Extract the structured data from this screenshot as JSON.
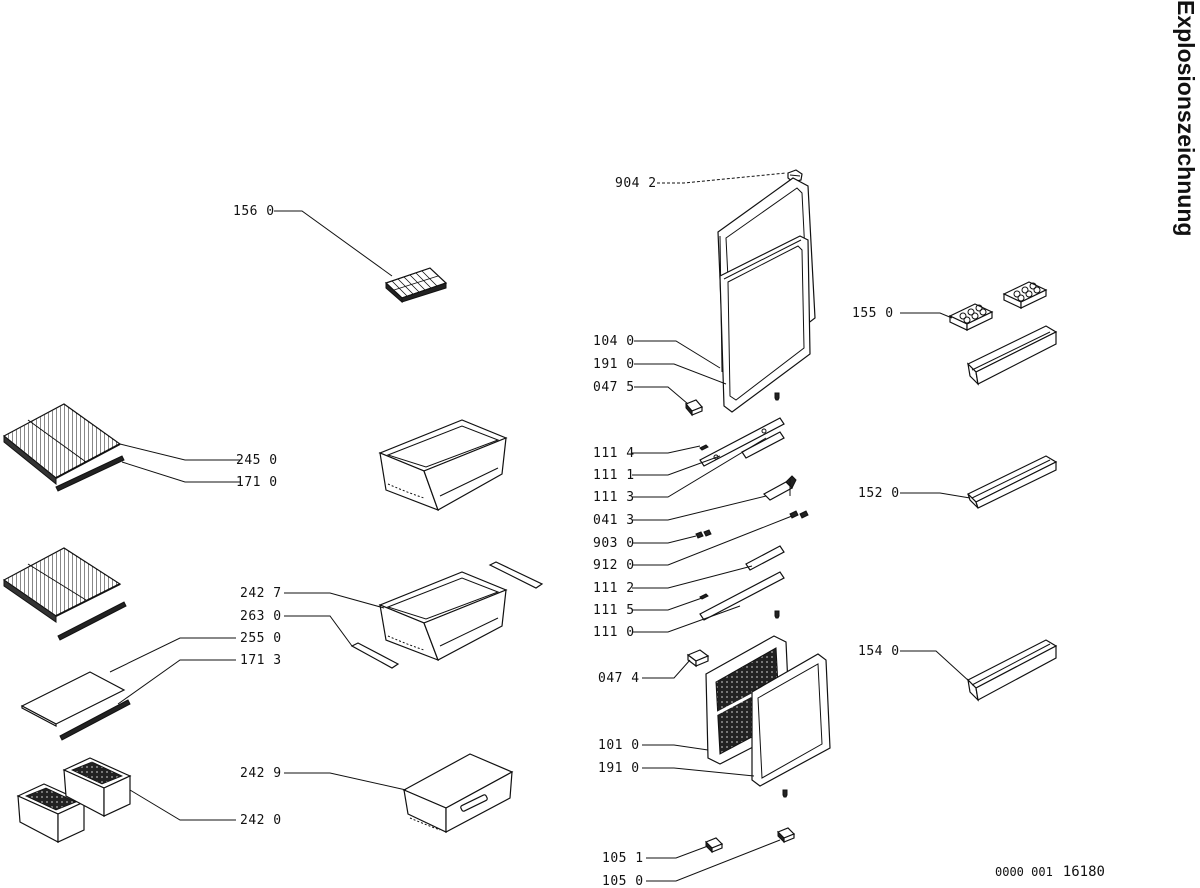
{
  "title": "Explosionszeichnung",
  "doc_number": {
    "prefix": "0000 001",
    "number": "16180"
  },
  "labels": {
    "p156_0": "156 0",
    "p904_2": "904 2",
    "p104_0": "104 0",
    "p191_0_top": "191 0",
    "p047_5": "047 5",
    "p155_0": "155 0",
    "p245_0": "245 0",
    "p171_0": "171 0",
    "p111_4": "111 4",
    "p111_1": "111 1",
    "p111_3": "111 3",
    "p041_3": "041 3",
    "p152_0": "152 0",
    "p903_0": "903 0",
    "p912_0": "912 0",
    "p242_7": "242 7",
    "p111_2": "111 2",
    "p263_0": "263 0",
    "p111_5": "111 5",
    "p255_0": "255 0",
    "p111_0": "111 0",
    "p171_3": "171 3",
    "p154_0": "154 0",
    "p047_4": "047 4",
    "p101_0": "101 0",
    "p191_0_bottom": "191 0",
    "p242_9": "242 9",
    "p242_0": "242 0",
    "p105_1": "105 1",
    "p105_0": "105 0"
  }
}
